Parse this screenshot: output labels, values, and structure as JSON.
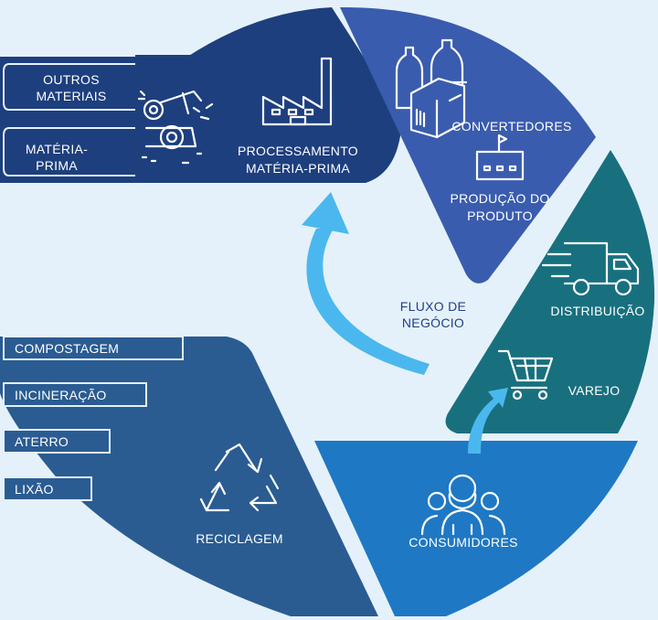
{
  "colors": {
    "background": "#e5f1fa",
    "processing": "#1e3f7e",
    "converters": "#3a5cae",
    "distribution": "#18707f",
    "consumers": "#1f78c4",
    "recycling": "#2a5c92",
    "flow_arrow": "#4ab8ee"
  },
  "inputs": {
    "other_materials": [
      "OUTROS",
      "MATERIAIS"
    ],
    "raw_material": [
      "MATÉRIA-",
      "PRIMA"
    ]
  },
  "segments": {
    "processing": [
      "PROCESSAMENTO",
      "MATÉRIA-PRIMA"
    ],
    "converters": "CONVERTEDORES",
    "production": [
      "PRODUÇÃO DO",
      "PRODUTO"
    ],
    "distribution": "DISTRIBUIÇÃO",
    "retail": "VAREJO",
    "consumers": "CONSUMIDORES",
    "recycling": "RECICLAGEM"
  },
  "end_of_life": [
    "COMPOSTAGEM",
    "INCINERAÇÃO",
    "ATERRO",
    "LIXÃO"
  ],
  "flow": [
    "FLUXO DE",
    "NEGÓCIO"
  ],
  "icons": [
    "machinery-icon",
    "factory-icon",
    "bottles-icon",
    "small-factory-icon",
    "truck-icon",
    "cart-icon",
    "people-icon",
    "recycle-icon"
  ]
}
